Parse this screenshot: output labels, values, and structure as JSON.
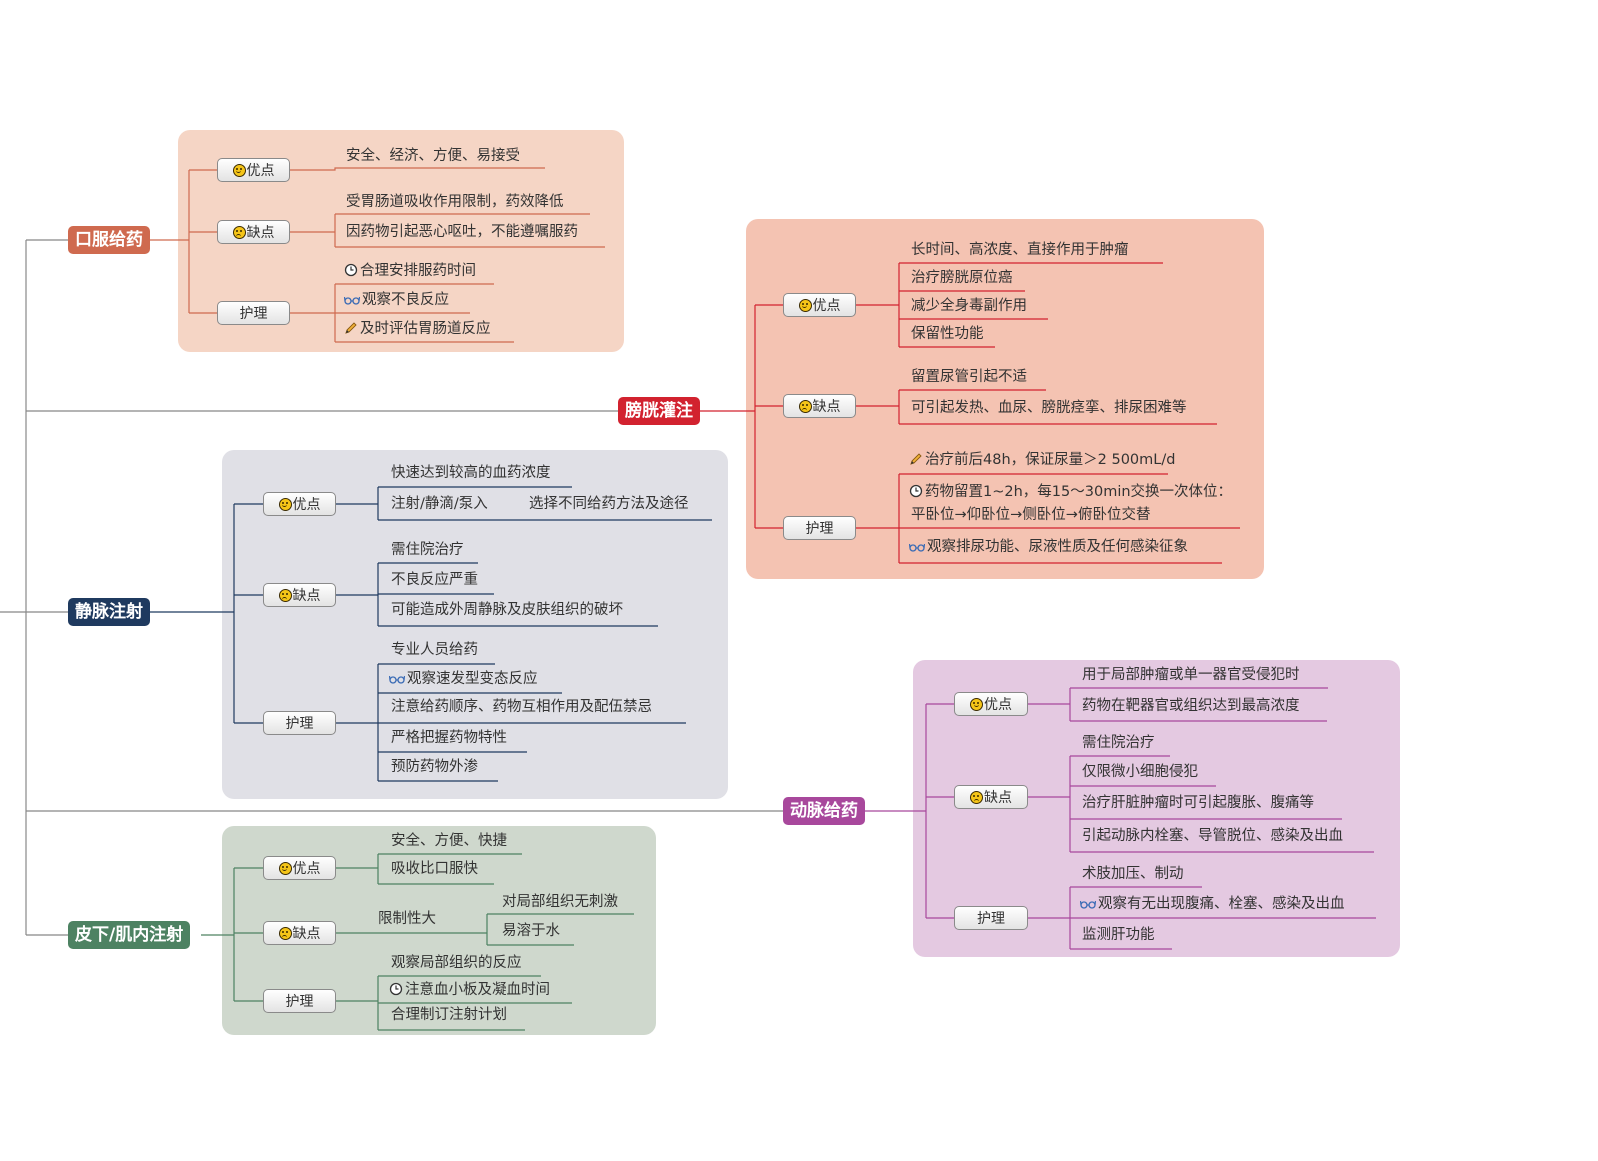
{
  "colors": {
    "oral": "#cf6a4f",
    "bladder": "#d2222f",
    "iv": "#1f3a5f",
    "artery": "#a8489c",
    "subcut": "#4d8262",
    "panel_oral": "#f5d5c5",
    "panel_bladder": "#f4c3b2",
    "panel_iv": "#e0e0e6",
    "panel_artery": "#e4c9e1",
    "panel_subcut": "#cfd8cd",
    "trunk": "#888888"
  },
  "icons": {
    "pros": "smile-face-icon",
    "cons": "sad-face-icon",
    "clock": "clock-icon",
    "glasses": "glasses-icon",
    "pencil": "pencil-icon"
  },
  "oral": {
    "title": "口服给药",
    "pros_label": "优点",
    "cons_label": "缺点",
    "care_label": "护理",
    "pros": [
      "安全、经济、方便、易接受"
    ],
    "cons": [
      "受胃肠道吸收作用限制，药效降低",
      "因药物引起恶心呕吐，不能遵嘱服药"
    ],
    "care": [
      "合理安排服药时间",
      "观察不良反应",
      "及时评估胃肠道反应"
    ]
  },
  "bladder": {
    "title": "膀胱灌注",
    "pros_label": "优点",
    "cons_label": "缺点",
    "care_label": "护理",
    "pros": [
      "长时间、高浓度、直接作用于肿瘤",
      "治疗膀胱原位癌",
      "减少全身毒副作用",
      "保留性功能"
    ],
    "cons": [
      "留置尿管引起不适",
      "可引起发热、血尿、膀胱痉挛、排尿困难等"
    ],
    "care": [
      "治疗前后48h，保证尿量＞2 500mL/d",
      "药物留置1~2h，每15～30min交换一次体位：",
      "平卧位→仰卧位→侧卧位→俯卧位交替",
      "观察排尿功能、尿液性质及任何感染征象"
    ]
  },
  "iv": {
    "title": "静脉注射",
    "pros_label": "优点",
    "cons_label": "缺点",
    "care_label": "护理",
    "pros": [
      "快速达到较高的血药浓度",
      "注射/静滴/泵入",
      "选择不同给药方法及途径"
    ],
    "cons": [
      "需住院治疗",
      "不良反应严重",
      "可能造成外周静脉及皮肤组织的破坏"
    ],
    "care": [
      "专业人员给药",
      "观察速发型变态反应",
      "注意给药顺序、药物互相作用及配伍禁忌",
      "严格把握药物特性",
      "预防药物外渗"
    ]
  },
  "artery": {
    "title": "动脉给药",
    "pros_label": "优点",
    "cons_label": "缺点",
    "care_label": "护理",
    "pros": [
      "用于局部肿瘤或单一器官受侵犯时",
      "药物在靶器官或组织达到最高浓度"
    ],
    "cons": [
      "需住院治疗",
      "仅限微小细胞侵犯",
      "治疗肝脏肿瘤时可引起腹胀、腹痛等",
      "引起动脉内栓塞、导管脱位、感染及出血"
    ],
    "care": [
      "术肢加压、制动",
      "观察有无出现腹痛、栓塞、感染及出血",
      "监测肝功能"
    ]
  },
  "subcut": {
    "title": "皮下/肌内注射",
    "pros_label": "优点",
    "cons_label": "缺点",
    "care_label": "护理",
    "pros": [
      "安全、方便、快捷",
      "吸收比口服快"
    ],
    "cons": [
      "限制性大",
      "对局部组织无刺激",
      "易溶于水"
    ],
    "care": [
      "观察局部组织的反应",
      "注意血小板及凝血时间",
      "合理制订注射计划"
    ]
  }
}
